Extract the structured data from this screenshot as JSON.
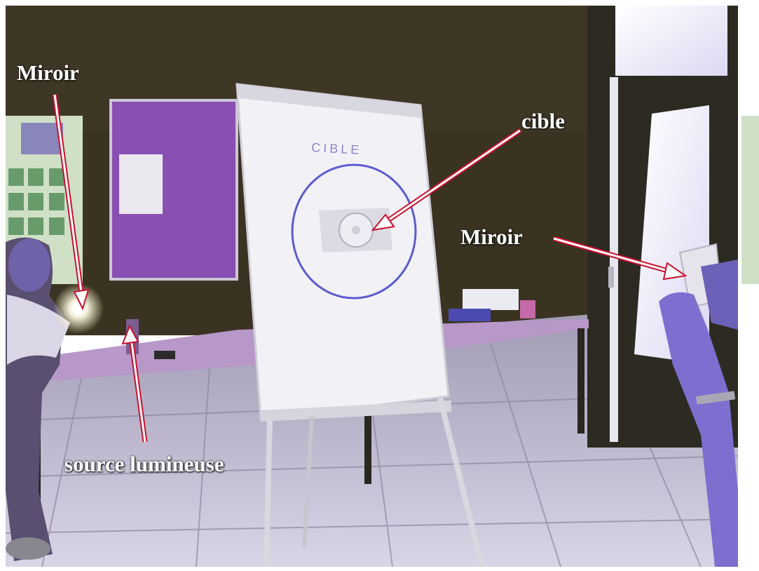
{
  "photo": {
    "board_text": "CIBLE"
  },
  "annotations": {
    "miroir_left": "Miroir",
    "cible": "cible",
    "miroir_right": "Miroir",
    "source": "source lumineuse"
  },
  "colors": {
    "wall": "#3a3322",
    "floor": "#c8c4d6",
    "table": "#b897c9",
    "board": "#f2f1f5",
    "cork": "#8a4fb2",
    "arrow_fill": "#ffffff",
    "arrow_outline": "#c8102e",
    "target_circle": "#5d5ad0"
  }
}
